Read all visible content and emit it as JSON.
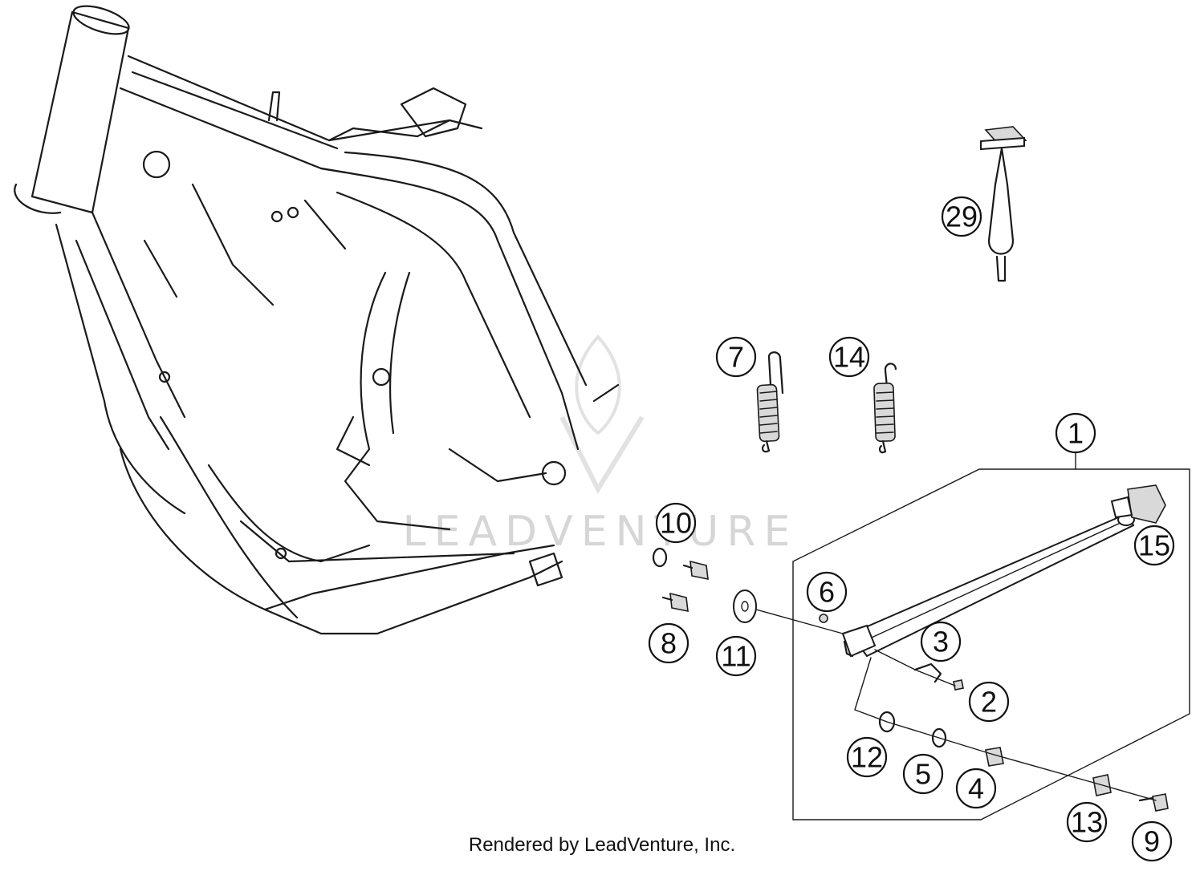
{
  "watermark": {
    "text": "LEADVENTURE"
  },
  "credit": "Rendered by LeadVenture, Inc.",
  "callouts": [
    {
      "label": "1"
    },
    {
      "label": "2"
    },
    {
      "label": "3"
    },
    {
      "label": "4"
    },
    {
      "label": "5"
    },
    {
      "label": "6"
    },
    {
      "label": "7"
    },
    {
      "label": "8"
    },
    {
      "label": "9"
    },
    {
      "label": "10"
    },
    {
      "label": "11"
    },
    {
      "label": "12"
    },
    {
      "label": "13"
    },
    {
      "label": "14"
    },
    {
      "label": "15"
    },
    {
      "label": "29"
    }
  ],
  "colors": {
    "line": "#1a1a1a",
    "watermark": "#d6d6d6",
    "background": "#ffffff"
  }
}
